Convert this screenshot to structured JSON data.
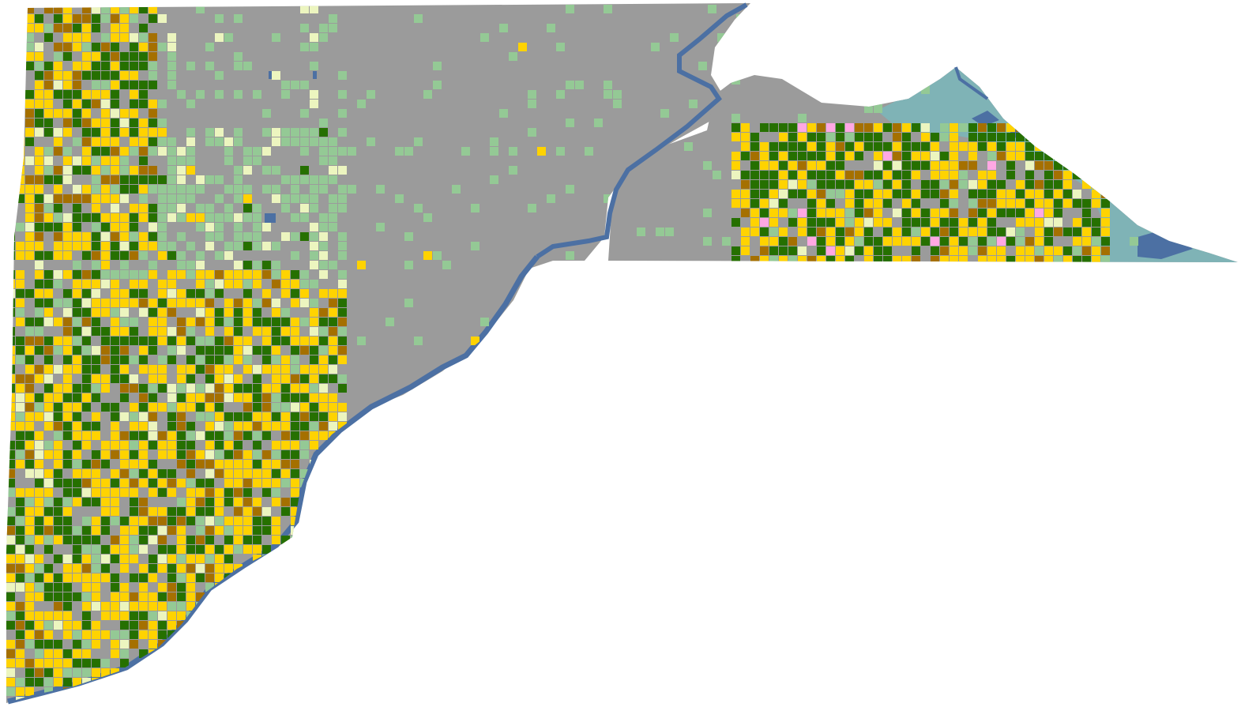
{
  "map": {
    "type": "land-cover-raster",
    "text_labels": [],
    "classes": [
      {
        "id": "developed",
        "color": "#9b9b9b"
      },
      {
        "id": "corn",
        "color": "#ffd300"
      },
      {
        "id": "soybeans",
        "color": "#267000"
      },
      {
        "id": "wheat",
        "color": "#a57000"
      },
      {
        "id": "grass-pasture",
        "color": "#94c995"
      },
      {
        "id": "hay",
        "color": "#ecf5bf"
      },
      {
        "id": "open-water",
        "color": "#4c70a3"
      },
      {
        "id": "wetlands",
        "color": "#7fb3b6"
      },
      {
        "id": "other-crop",
        "color": "#ffa8e3"
      }
    ]
  }
}
